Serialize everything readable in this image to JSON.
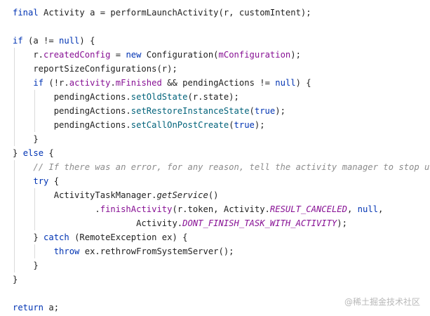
{
  "code_lines": [
    [
      {
        "t": "final ",
        "c": "kw"
      },
      {
        "t": "Activity a = performLaunchActivity(r, customIntent);"
      }
    ],
    [],
    [
      {
        "t": "if ",
        "c": "kw"
      },
      {
        "t": "(a != "
      },
      {
        "t": "null",
        "c": "kw"
      },
      {
        "t": ") {"
      }
    ],
    [
      {
        "t": "    r."
      },
      {
        "t": "createdConfig",
        "c": "fld"
      },
      {
        "t": " = "
      },
      {
        "t": "new ",
        "c": "kw"
      },
      {
        "t": "Configuration("
      },
      {
        "t": "mConfiguration",
        "c": "fld"
      },
      {
        "t": ");"
      }
    ],
    [
      {
        "t": "    reportSizeConfigurations(r);"
      }
    ],
    [
      {
        "t": "    "
      },
      {
        "t": "if ",
        "c": "kw"
      },
      {
        "t": "(!r."
      },
      {
        "t": "activity",
        "c": "fld"
      },
      {
        "t": "."
      },
      {
        "t": "mFinished",
        "c": "fld"
      },
      {
        "t": " && pendingActions != "
      },
      {
        "t": "null",
        "c": "kw"
      },
      {
        "t": ") {"
      }
    ],
    [
      {
        "t": "        pendingActions."
      },
      {
        "t": "setOldState",
        "c": "mth"
      },
      {
        "t": "(r.state);"
      }
    ],
    [
      {
        "t": "        pendingActions."
      },
      {
        "t": "setRestoreInstanceState",
        "c": "mth"
      },
      {
        "t": "("
      },
      {
        "t": "true",
        "c": "kw"
      },
      {
        "t": ");"
      }
    ],
    [
      {
        "t": "        pendingActions."
      },
      {
        "t": "setCallOnPostCreate",
        "c": "mth"
      },
      {
        "t": "("
      },
      {
        "t": "true",
        "c": "kw"
      },
      {
        "t": ");"
      }
    ],
    [
      {
        "t": "    }"
      }
    ],
    [
      {
        "t": "} "
      },
      {
        "t": "else ",
        "c": "kw"
      },
      {
        "t": "{"
      }
    ],
    [
      {
        "t": "    "
      },
      {
        "t": "// If there was an error, for any reason, tell the activity manager to stop us.",
        "c": "cmt"
      }
    ],
    [
      {
        "t": "    "
      },
      {
        "t": "try ",
        "c": "kw"
      },
      {
        "t": "{"
      }
    ],
    [
      {
        "t": "        ActivityTaskManager."
      },
      {
        "t": "getService",
        "c": "sm"
      },
      {
        "t": "()"
      }
    ],
    [
      {
        "t": "                ."
      },
      {
        "t": "finishActivity",
        "c": "fld"
      },
      {
        "t": "(r.token, Activity."
      },
      {
        "t": "RESULT_CANCELED",
        "c": "cst"
      },
      {
        "t": ", "
      },
      {
        "t": "null",
        "c": "kw"
      },
      {
        "t": ","
      }
    ],
    [
      {
        "t": "                        Activity."
      },
      {
        "t": "DONT_FINISH_TASK_WITH_ACTIVITY",
        "c": "cst"
      },
      {
        "t": ");"
      }
    ],
    [
      {
        "t": "    } "
      },
      {
        "t": "catch ",
        "c": "kw"
      },
      {
        "t": "(RemoteException ex) {"
      }
    ],
    [
      {
        "t": "        "
      },
      {
        "t": "throw ",
        "c": "kw"
      },
      {
        "t": "ex.rethrowFromSystemServer();"
      }
    ],
    [
      {
        "t": "    }"
      }
    ],
    [
      {
        "t": "}"
      }
    ],
    [],
    [
      {
        "t": "return ",
        "c": "kw"
      },
      {
        "t": "a;"
      }
    ]
  ],
  "watermark": "@稀土掘金技术社区"
}
